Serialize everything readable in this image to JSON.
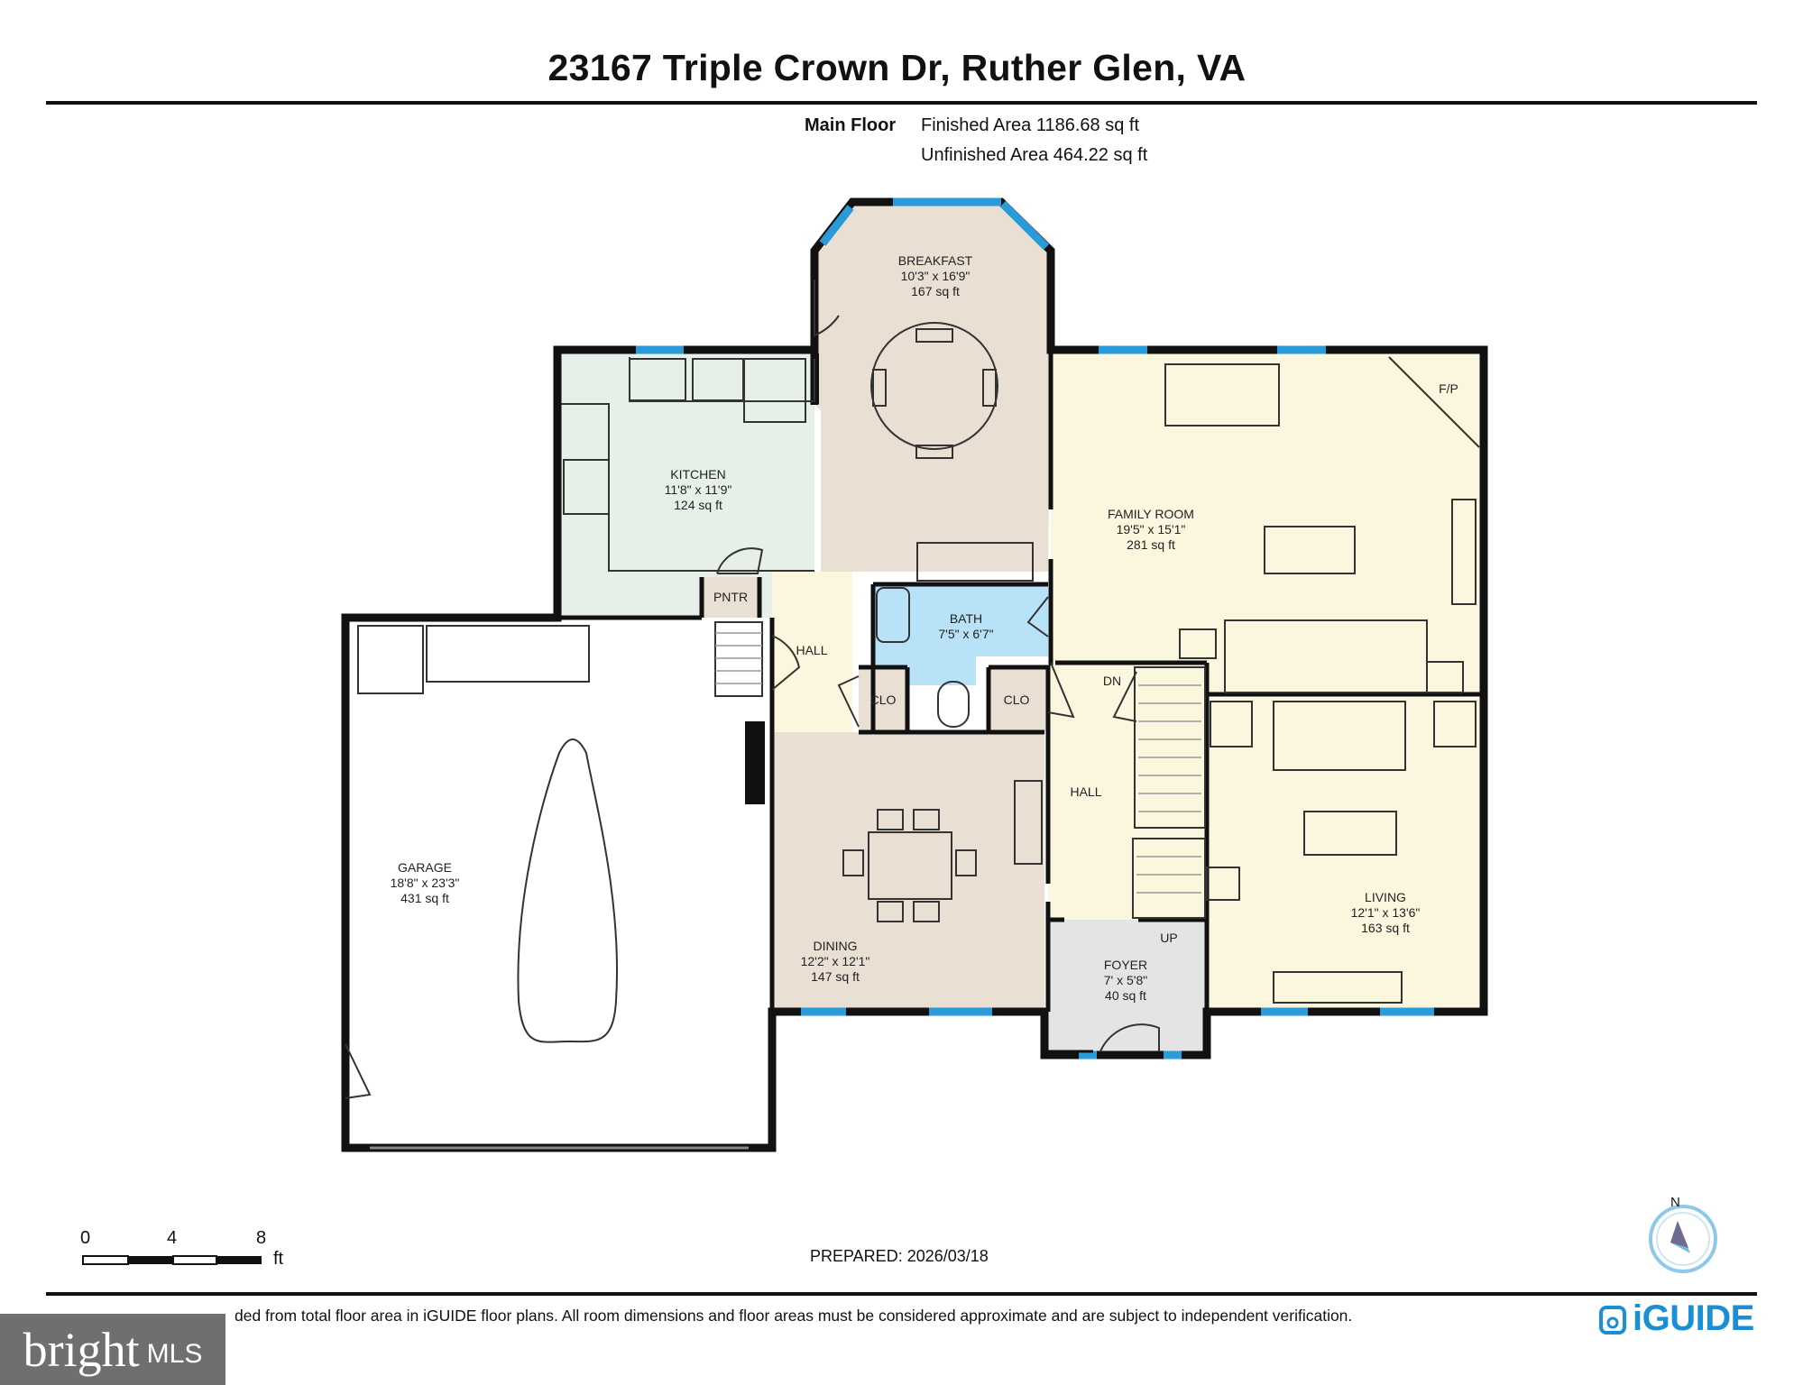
{
  "header": {
    "address": "23167 Triple Crown Dr, Ruther Glen, VA",
    "floor_label": "Main Floor",
    "finished_area": "Finished Area 1186.68 sq ft",
    "unfinished_area": "Unfinished Area 464.22 sq ft"
  },
  "rooms": {
    "breakfast": {
      "name": "BREAKFAST",
      "dims": "10'3\" x 16'9\"",
      "area": "167 sq ft"
    },
    "kitchen": {
      "name": "KITCHEN",
      "dims": "11'8\" x 11'9\"",
      "area": "124 sq ft"
    },
    "family": {
      "name": "FAMILY ROOM",
      "dims": "19'5\" x 15'1\"",
      "area": "281 sq ft"
    },
    "bath": {
      "name": "BATH",
      "dims": "7'5\" x 6'7\""
    },
    "garage": {
      "name": "GARAGE",
      "dims": "18'8\" x 23'3\"",
      "area": "431 sq ft"
    },
    "dining": {
      "name": "DINING",
      "dims": "12'2\" x 12'1\"",
      "area": "147 sq ft"
    },
    "foyer": {
      "name": "FOYER",
      "dims": "7' x 5'8\"",
      "area": "40 sq ft"
    },
    "living": {
      "name": "LIVING",
      "dims": "12'1\" x 13'6\"",
      "area": "163 sq ft"
    }
  },
  "labels": {
    "pntr": "PNTR",
    "hall_left": "HALL",
    "hall_right": "HALL",
    "clo_left": "CLO",
    "clo_right": "CLO",
    "fp": "F/P",
    "dn": "DN",
    "up": "UP"
  },
  "scale": {
    "ticks": [
      "0",
      "4",
      "8"
    ],
    "unit": "ft"
  },
  "compass": {
    "label": "N"
  },
  "footer": {
    "prepared": "PREPARED: 2026/03/18",
    "disclaimer": "ded from total floor area in iGUIDE floor plans. All room dimensions and floor areas must be considered approximate and are subject to independent verification.",
    "brand": "iGUIDE",
    "mls_word": "bright",
    "mls_suffix": "MLS"
  },
  "colors": {
    "wall": "#111111",
    "window": "#2a9ad8",
    "breakfast": "#e9dfd2",
    "kitchen": "#e7efe9",
    "family": "#fbf7de",
    "bath": "#b7e2f8",
    "dining": "#e9dfd2",
    "living": "#fbf7de",
    "hall": "#fbf7de",
    "foyer": "#e4e4e4",
    "garage": "#ffffff",
    "pntr": "#e9dfd2",
    "clo": "#e9dfd2"
  }
}
